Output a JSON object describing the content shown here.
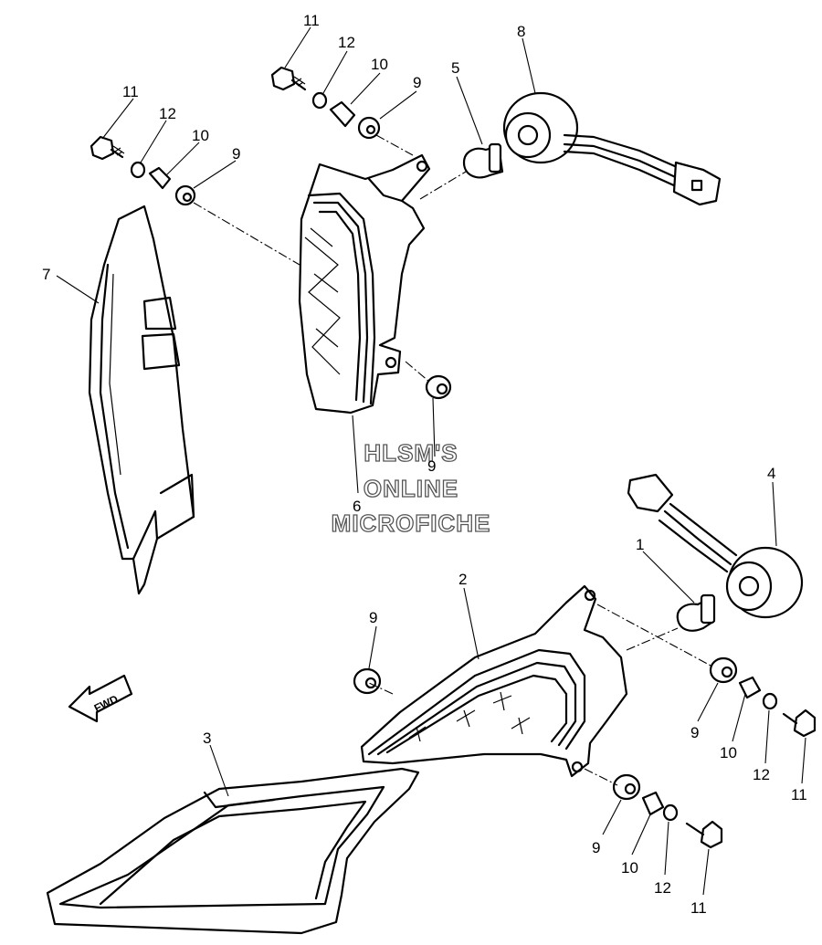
{
  "watermark": {
    "line1": "HLSM'S",
    "line2": "ONLINE",
    "line3": "MICROFICHE"
  },
  "fwd_label": "FWD",
  "callouts": {
    "c1": "1",
    "c2": "2",
    "c3": "3",
    "c4": "4",
    "c5": "5",
    "c6": "6",
    "c7": "7",
    "c8": "8",
    "top_bolt_a": "11",
    "top_washer_a": "12",
    "top_collar_a": "10",
    "top_grommet_a": "9",
    "top_bolt_b": "11",
    "top_washer_b": "12",
    "top_collar_b": "10",
    "top_grommet_b": "9",
    "mid_grommet": "9",
    "right_grommet_left": "9",
    "right_grommet_a": "9",
    "right_collar_a": "10",
    "right_washer_a": "12",
    "right_bolt_a": "11",
    "right_grommet_b": "9",
    "right_collar_b": "10",
    "right_washer_b": "12",
    "right_bolt_b": "11"
  }
}
